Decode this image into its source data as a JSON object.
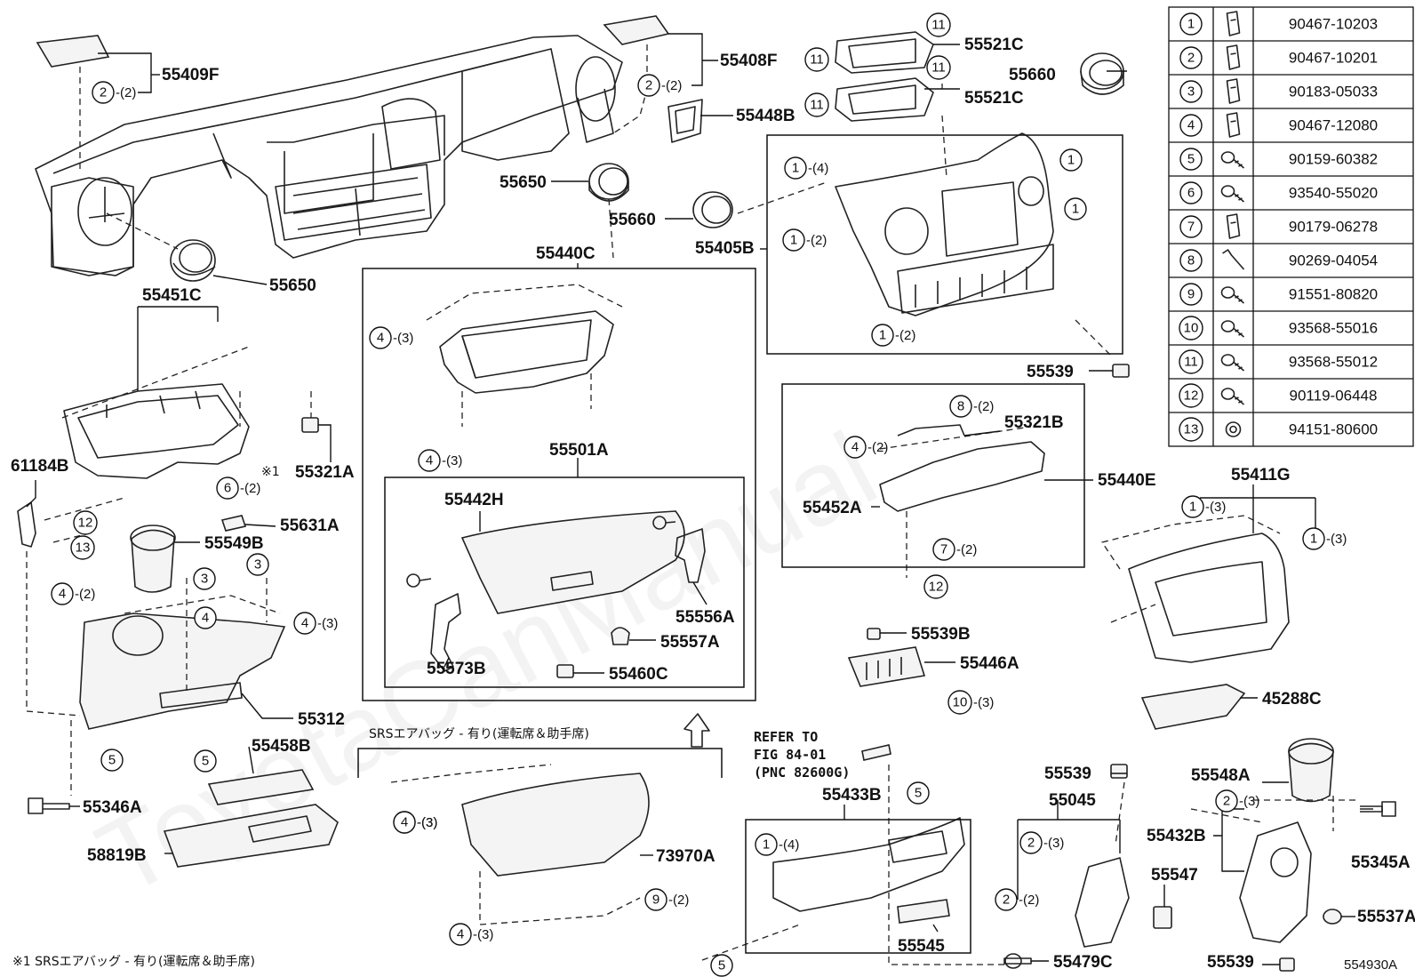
{
  "diagram_id": "554930A",
  "notes": {
    "srs_header": "SRSエアバッグ - 有り(運転席＆助手席)",
    "footnote": "※1  SRSエアバッグ - 有り(運転席＆助手席)",
    "mark_1": "※1",
    "refer_to_1": "REFER TO",
    "refer_to_2": "FIG 84-01",
    "refer_to_3": "(PNC 82600G)"
  },
  "watermark": "ToyotaCanManual",
  "fastener_table": [
    {
      "ref": "1",
      "icon": "clip-icon",
      "part": "90467-10203"
    },
    {
      "ref": "2",
      "icon": "clip-icon",
      "part": "90467-10201"
    },
    {
      "ref": "3",
      "icon": "clip-icon",
      "part": "90183-05033"
    },
    {
      "ref": "4",
      "icon": "clip-icon",
      "part": "90467-12080"
    },
    {
      "ref": "5",
      "icon": "screw-icon",
      "part": "90159-60382"
    },
    {
      "ref": "6",
      "icon": "screw-icon",
      "part": "93540-55020"
    },
    {
      "ref": "7",
      "icon": "clip-icon",
      "part": "90179-06278"
    },
    {
      "ref": "8",
      "icon": "pin-icon",
      "part": "90269-04054"
    },
    {
      "ref": "9",
      "icon": "screw-icon",
      "part": "91551-80820"
    },
    {
      "ref": "10",
      "icon": "screw-icon",
      "part": "93568-55016"
    },
    {
      "ref": "11",
      "icon": "screw-icon",
      "part": "93568-55012"
    },
    {
      "ref": "12",
      "icon": "screw-icon",
      "part": "90119-06448"
    },
    {
      "ref": "13",
      "icon": "nut-icon",
      "part": "94151-80600"
    }
  ],
  "part_labels": {
    "p55409F": "55409F",
    "p55408F": "55408F",
    "p55521C_a": "55521C",
    "p55521C_b": "55521C",
    "p55660_a": "55660",
    "p55448B": "55448B",
    "p55650_a": "55650",
    "p55660_b": "55660",
    "p55405B": "55405B",
    "p55650_b": "55650",
    "p55440C": "55440C",
    "p55451C": "55451C",
    "p55539_a": "55539",
    "p55321A": "55321A",
    "p61184B": "61184B",
    "p55501A": "55501A",
    "p55321B": "55321B",
    "p55440E": "55440E",
    "p55452A": "55452A",
    "p55631A": "55631A",
    "p55549B": "55549B",
    "p55442H": "55442H",
    "p55411G": "55411G",
    "p55556A": "55556A",
    "p55557A": "55557A",
    "p55573B": "55573B",
    "p55460C": "55460C",
    "p55539B": "55539B",
    "p55446A": "55446A",
    "p45288C": "45288C",
    "p55312": "55312",
    "p55458B": "55458B",
    "p55346A": "55346A",
    "p58819B": "58819B",
    "p73970A": "73970A",
    "p55433B": "55433B",
    "p55539_b": "55539",
    "p55045": "55045",
    "p55548A": "55548A",
    "p55432B": "55432B",
    "p55345A": "55345A",
    "p55547": "55547",
    "p55537A": "55537A",
    "p55545": "55545",
    "p55479C": "55479C",
    "p55539_c": "55539"
  },
  "callouts": [
    {
      "n": "2",
      "q": "-(2)"
    },
    {
      "n": "2",
      "q": "-(2)"
    },
    {
      "n": "11",
      "q": ""
    },
    {
      "n": "11",
      "q": ""
    },
    {
      "n": "11",
      "q": ""
    },
    {
      "n": "11",
      "q": ""
    },
    {
      "n": "1",
      "q": "-(4)"
    },
    {
      "n": "1",
      "q": ""
    },
    {
      "n": "1",
      "q": ""
    },
    {
      "n": "1",
      "q": "-(2)"
    },
    {
      "n": "1",
      "q": "-(2)"
    },
    {
      "n": "4",
      "q": "-(3)"
    },
    {
      "n": "4",
      "q": "-(3)"
    },
    {
      "n": "4",
      "q": "-(3)"
    },
    {
      "n": "8",
      "q": "-(2)"
    },
    {
      "n": "4",
      "q": "-(2)"
    },
    {
      "n": "7",
      "q": "-(2)"
    },
    {
      "n": "12",
      "q": ""
    },
    {
      "n": "6",
      "q": "-(2)"
    },
    {
      "n": "12",
      "q": ""
    },
    {
      "n": "13",
      "q": ""
    },
    {
      "n": "3",
      "q": ""
    },
    {
      "n": "3",
      "q": ""
    },
    {
      "n": "4",
      "q": "-(2)"
    },
    {
      "n": "4",
      "q": ""
    },
    {
      "n": "4",
      "q": "-(3)"
    },
    {
      "n": "1",
      "q": "-(3)"
    },
    {
      "n": "1",
      "q": "-(3)"
    },
    {
      "n": "10",
      "q": "-(3)"
    },
    {
      "n": "5",
      "q": ""
    },
    {
      "n": "5",
      "q": ""
    },
    {
      "n": "4",
      "q": "-(3)"
    },
    {
      "n": "9",
      "q": "-(2)"
    },
    {
      "n": "4",
      "q": "-(3)"
    },
    {
      "n": "1",
      "q": "-(4)"
    },
    {
      "n": "5",
      "q": ""
    },
    {
      "n": "5",
      "q": ""
    },
    {
      "n": "2",
      "q": "-(3)"
    },
    {
      "n": "2",
      "q": "-(2)"
    },
    {
      "n": "2",
      "q": "-(3)"
    }
  ]
}
